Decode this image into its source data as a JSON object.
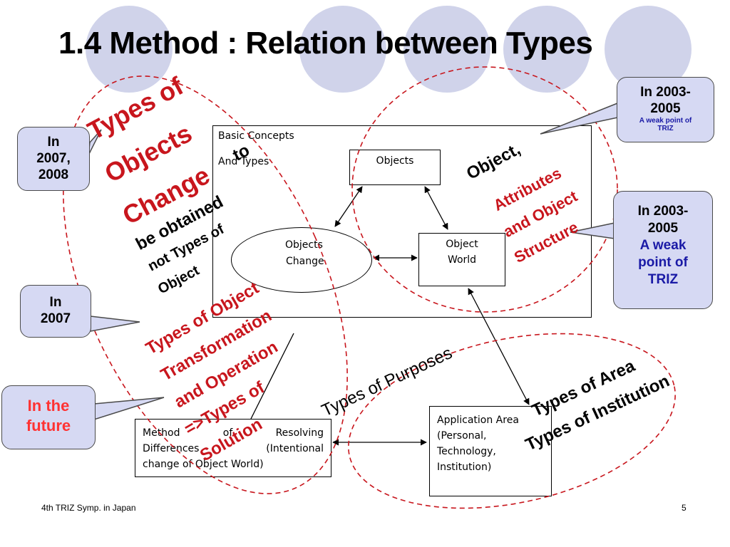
{
  "title": "1.4  Method : Relation between Types",
  "diagram": {
    "frame_label_line1": "Basic Concepts",
    "frame_label_line2": "And Types",
    "objects": "Objects",
    "objects_change_line1": "Objects",
    "objects_change_line2": "Change",
    "object_world_line1": "Object",
    "object_world_line2": "World",
    "method_line1_a": "Method",
    "method_line1_b": "of",
    "method_line1_c": "Resolving",
    "method_line2_a": "Differences",
    "method_line2_b": "(Intentional",
    "method_line3": "change of Object World)",
    "application_line1": "Application Area",
    "application_line2": "(Personal,",
    "application_line3": "Technology,",
    "application_line4": "Institution)"
  },
  "annotations": {
    "types_of_objects_change_1": "Types of",
    "types_of_objects_change_2": "Objects",
    "types_of_objects_change_3": "Change",
    "to": "to",
    "be_obtained": "be obtained",
    "not_types_of": "not Types of",
    "object": "Object",
    "object_comma": "Object,",
    "attributes": "Attributes",
    "and_object": "and Object",
    "structure": "Structure",
    "types_of_object": "Types of Object",
    "transformation": "Transformation",
    "and_operation": "and Operation",
    "types_of_arrow": "=>Types of",
    "solution": "Solution",
    "types_of_purposes": "Types of Purposes",
    "types_of_area": "Types of Area",
    "types_of_institution": "Types of Institution"
  },
  "callouts": {
    "c2007_2008": [
      "In",
      "2007,",
      "2008"
    ],
    "c2007": [
      "In",
      "2007"
    ],
    "future": [
      "In the",
      "future"
    ],
    "top_right_year": [
      "In 2003-",
      "2005"
    ],
    "top_right_note": [
      "A weak point of",
      "TRIZ"
    ],
    "mid_right_year": [
      "In 2003-",
      "2005"
    ],
    "mid_right_note": [
      "A weak",
      "point of",
      "TRIZ"
    ]
  },
  "footer": {
    "left": "4th TRIZ Symp. in Japan",
    "right": "5"
  },
  "colors": {
    "accent_red": "#c8161d",
    "callout_fill": "#d6d9f3",
    "note_blue": "#1a1aa6",
    "future_red": "#ff3333",
    "circle_fill": "#d0d3ea"
  }
}
